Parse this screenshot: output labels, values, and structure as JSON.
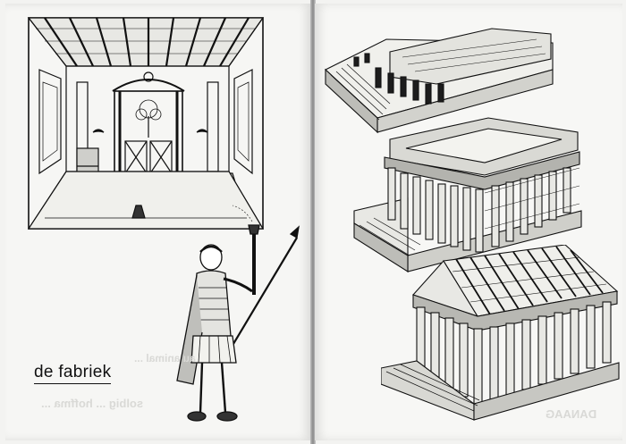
{
  "caption": {
    "text": "de fabriek"
  },
  "illustrations": {
    "interior": "roman-interior-illustration",
    "figure": "roman-soldier-with-torch-and-spear",
    "temple_1": "temple-foundation-stage",
    "temple_2": "temple-walls-and-columns-stage",
    "temple_3": "temple-roof-beams-stage"
  },
  "colors": {
    "ink": "#111111",
    "paper": "#f6f6f4",
    "bleed": "#d9d9d6"
  }
}
